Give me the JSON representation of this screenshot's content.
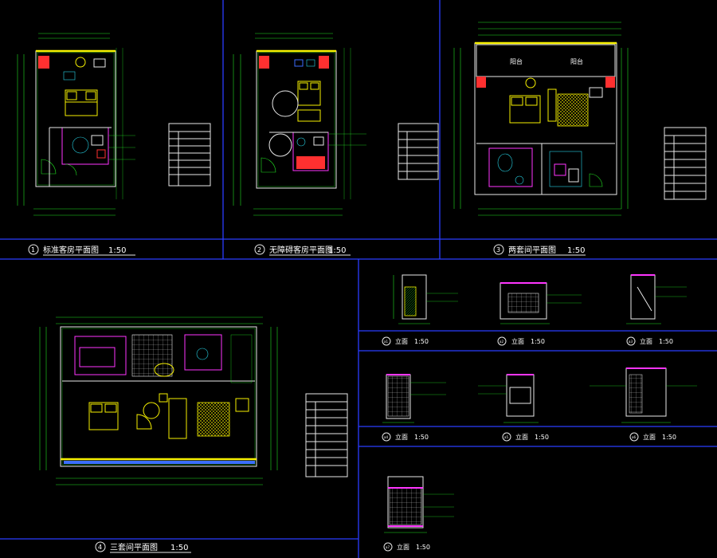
{
  "colors": {
    "background": "#000000",
    "dim": "#22e022",
    "wall": "#e8e8e8",
    "yellow": "#f6f000",
    "magenta": "#ff35ff",
    "cyan": "#27d6e8",
    "blue": "#3b6dff",
    "red": "#ff3030",
    "divider": "#2a3cff"
  },
  "plans": [
    {
      "num": "1",
      "title": "标准客房平面图",
      "scale": "1:50"
    },
    {
      "num": "2",
      "title": "无障碍客房平面图",
      "scale": "1:50"
    },
    {
      "num": "3",
      "title": "两套间平面图",
      "scale": "1:50"
    },
    {
      "num": "4",
      "title": "三套间平面图",
      "scale": "1:50"
    }
  ],
  "elevations": [
    {
      "num": "a1",
      "title": "立面",
      "scale": "1:50"
    },
    {
      "num": "a2",
      "title": "立面",
      "scale": "1:50"
    },
    {
      "num": "a3",
      "title": "立面",
      "scale": "1:50"
    },
    {
      "num": "a4",
      "title": "立面",
      "scale": "1:50"
    },
    {
      "num": "a5",
      "title": "立面",
      "scale": "1:50"
    },
    {
      "num": "a6",
      "title": "立面",
      "scale": "1:50"
    },
    {
      "num": "a7",
      "title": "立面",
      "scale": "1:50"
    }
  ],
  "room_labels": {
    "balcony_1": "阳台",
    "balcony_2": "阳台"
  },
  "icons": {
    "title_bubble": "circle-number-icon"
  }
}
